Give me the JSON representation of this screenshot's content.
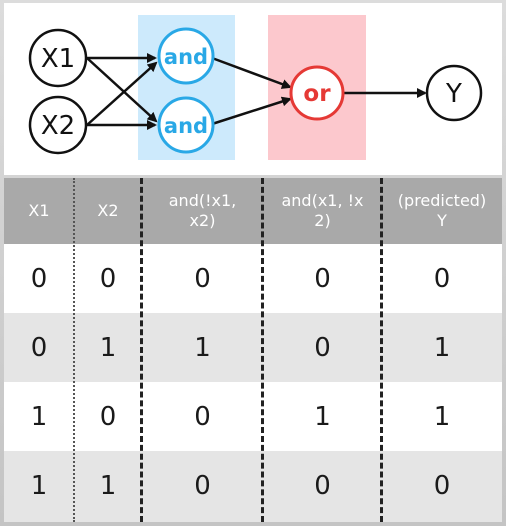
{
  "diagram": {
    "inputs": [
      "X1",
      "X2"
    ],
    "and_nodes": [
      "and",
      "and"
    ],
    "or_node": "or",
    "output": "Y",
    "colors": {
      "and_band": "#cdeafc",
      "or_band": "#fcc8cd",
      "and_text": "#29a8e6",
      "or_text": "#e53935"
    }
  },
  "table": {
    "headers": [
      "X1",
      "X2",
      "and(!x1,\nx2)",
      "and(x1, !x\n2)",
      "(predicted)\nY"
    ],
    "rows": [
      [
        "0",
        "0",
        "0",
        "0",
        "0"
      ],
      [
        "0",
        "1",
        "1",
        "0",
        "1"
      ],
      [
        "1",
        "0",
        "0",
        "1",
        "1"
      ],
      [
        "1",
        "1",
        "0",
        "0",
        "0"
      ]
    ]
  }
}
